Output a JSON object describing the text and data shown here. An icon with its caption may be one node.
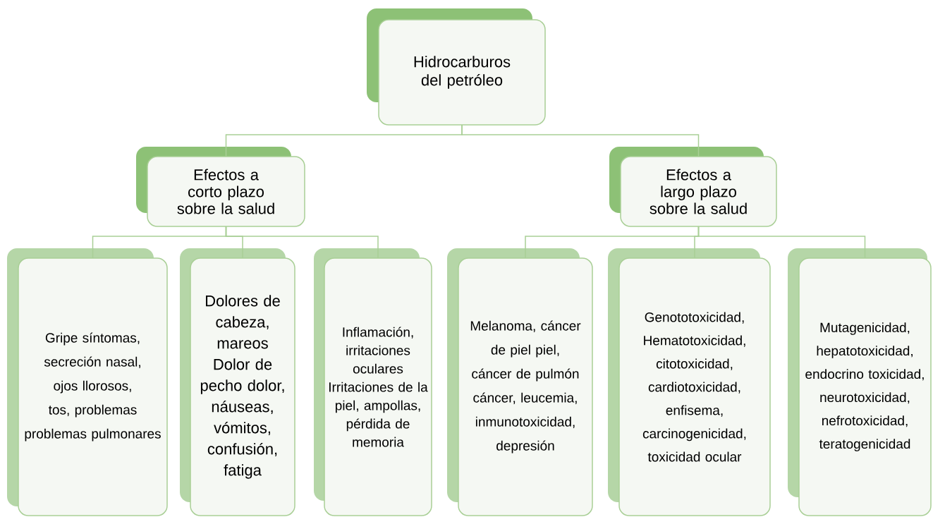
{
  "diagram": {
    "nodes": [
      {
        "text": [
          "Hidrocarburos del petróleo"
        ]
      },
      {
        "text": [
          "Efectos a corto plazo sobre la salud"
        ]
      },
      {
        "text": [
          "Efectos a largo plazo sobre la salud"
        ]
      },
      {
        "text": [
          "Gripe síntomas, secreción nasal, ojos llorosos, tos, problemas problemas pulmonares"
        ]
      },
      {
        "text": [
          "Dolores de cabeza, mareos Dolor de pecho dolor, náuseas, vómitos, confusión, fatiga"
        ]
      },
      {
        "text": [
          "Inflamación, irritaciones oculares Irritaciones de la piel, ampollas, pérdida de memoria"
        ]
      },
      {
        "text": [
          "Melanoma, cáncer de piel piel, cáncer de pulmón cáncer, leucemia, inmunotoxicidad, depresión"
        ]
      },
      {
        "text": [
          "Genototoxicidad, Hematotoxicidad, citotoxicidad, cardiotoxicidad, enfisema, carcinogenicidad, toxicidad ocular"
        ]
      },
      {
        "text": [
          "Mutagenicidad, hepatotoxicidad, endocrino toxicidad, neurotoxicidad, nefrotoxicidad, teratogenicidad"
        ]
      }
    ],
    "edges": [
      {
        "from": 0,
        "to": 1,
        "arrow": "none"
      },
      {
        "from": 0,
        "to": 2,
        "arrow": "none"
      },
      {
        "from": 1,
        "to": 3,
        "arrow": "none"
      },
      {
        "from": 1,
        "to": 4,
        "arrow": "none"
      },
      {
        "from": 1,
        "to": 5,
        "arrow": "none"
      },
      {
        "from": 2,
        "to": 6,
        "arrow": "none"
      },
      {
        "from": 2,
        "to": 7,
        "arrow": "none"
      },
      {
        "from": 2,
        "to": 8,
        "arrow": "none"
      }
    ]
  }
}
